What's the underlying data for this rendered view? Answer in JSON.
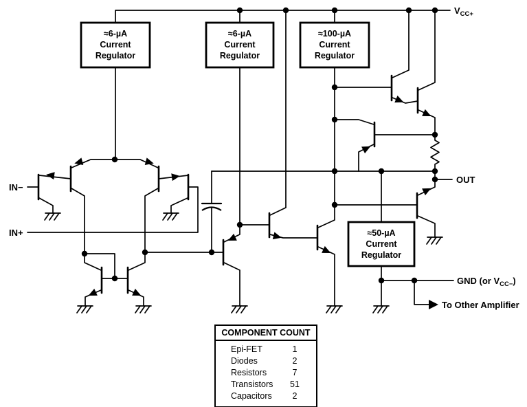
{
  "labels": {
    "vcc": {
      "main": "V",
      "sub": "CC+"
    },
    "in_minus": "IN−",
    "in_plus": "IN+",
    "out": "OUT",
    "gnd": {
      "pre": "GND (or V",
      "sub": "CC−",
      "post": ")"
    },
    "to_other_amplifier": "To Other Amplifier"
  },
  "regulators": [
    {
      "line1": "≈6-µA",
      "line2": "Current",
      "line3": "Regulator"
    },
    {
      "line1": "≈6-µA",
      "line2": "Current",
      "line3": "Regulator"
    },
    {
      "line1": "≈100-µA",
      "line2": "Current",
      "line3": "Regulator"
    },
    {
      "line1": "≈50-µA",
      "line2": "Current",
      "line3": "Regulator"
    }
  ],
  "component_table": {
    "title": "COMPONENT COUNT",
    "rows": [
      {
        "name": "Epi-FET",
        "count": "1"
      },
      {
        "name": "Diodes",
        "count": "2"
      },
      {
        "name": "Resistors",
        "count": "7"
      },
      {
        "name": "Transistors",
        "count": "51"
      },
      {
        "name": "Capacitors",
        "count": "2"
      }
    ]
  },
  "colors": {
    "line": "#000000",
    "background": "#ffffff"
  }
}
